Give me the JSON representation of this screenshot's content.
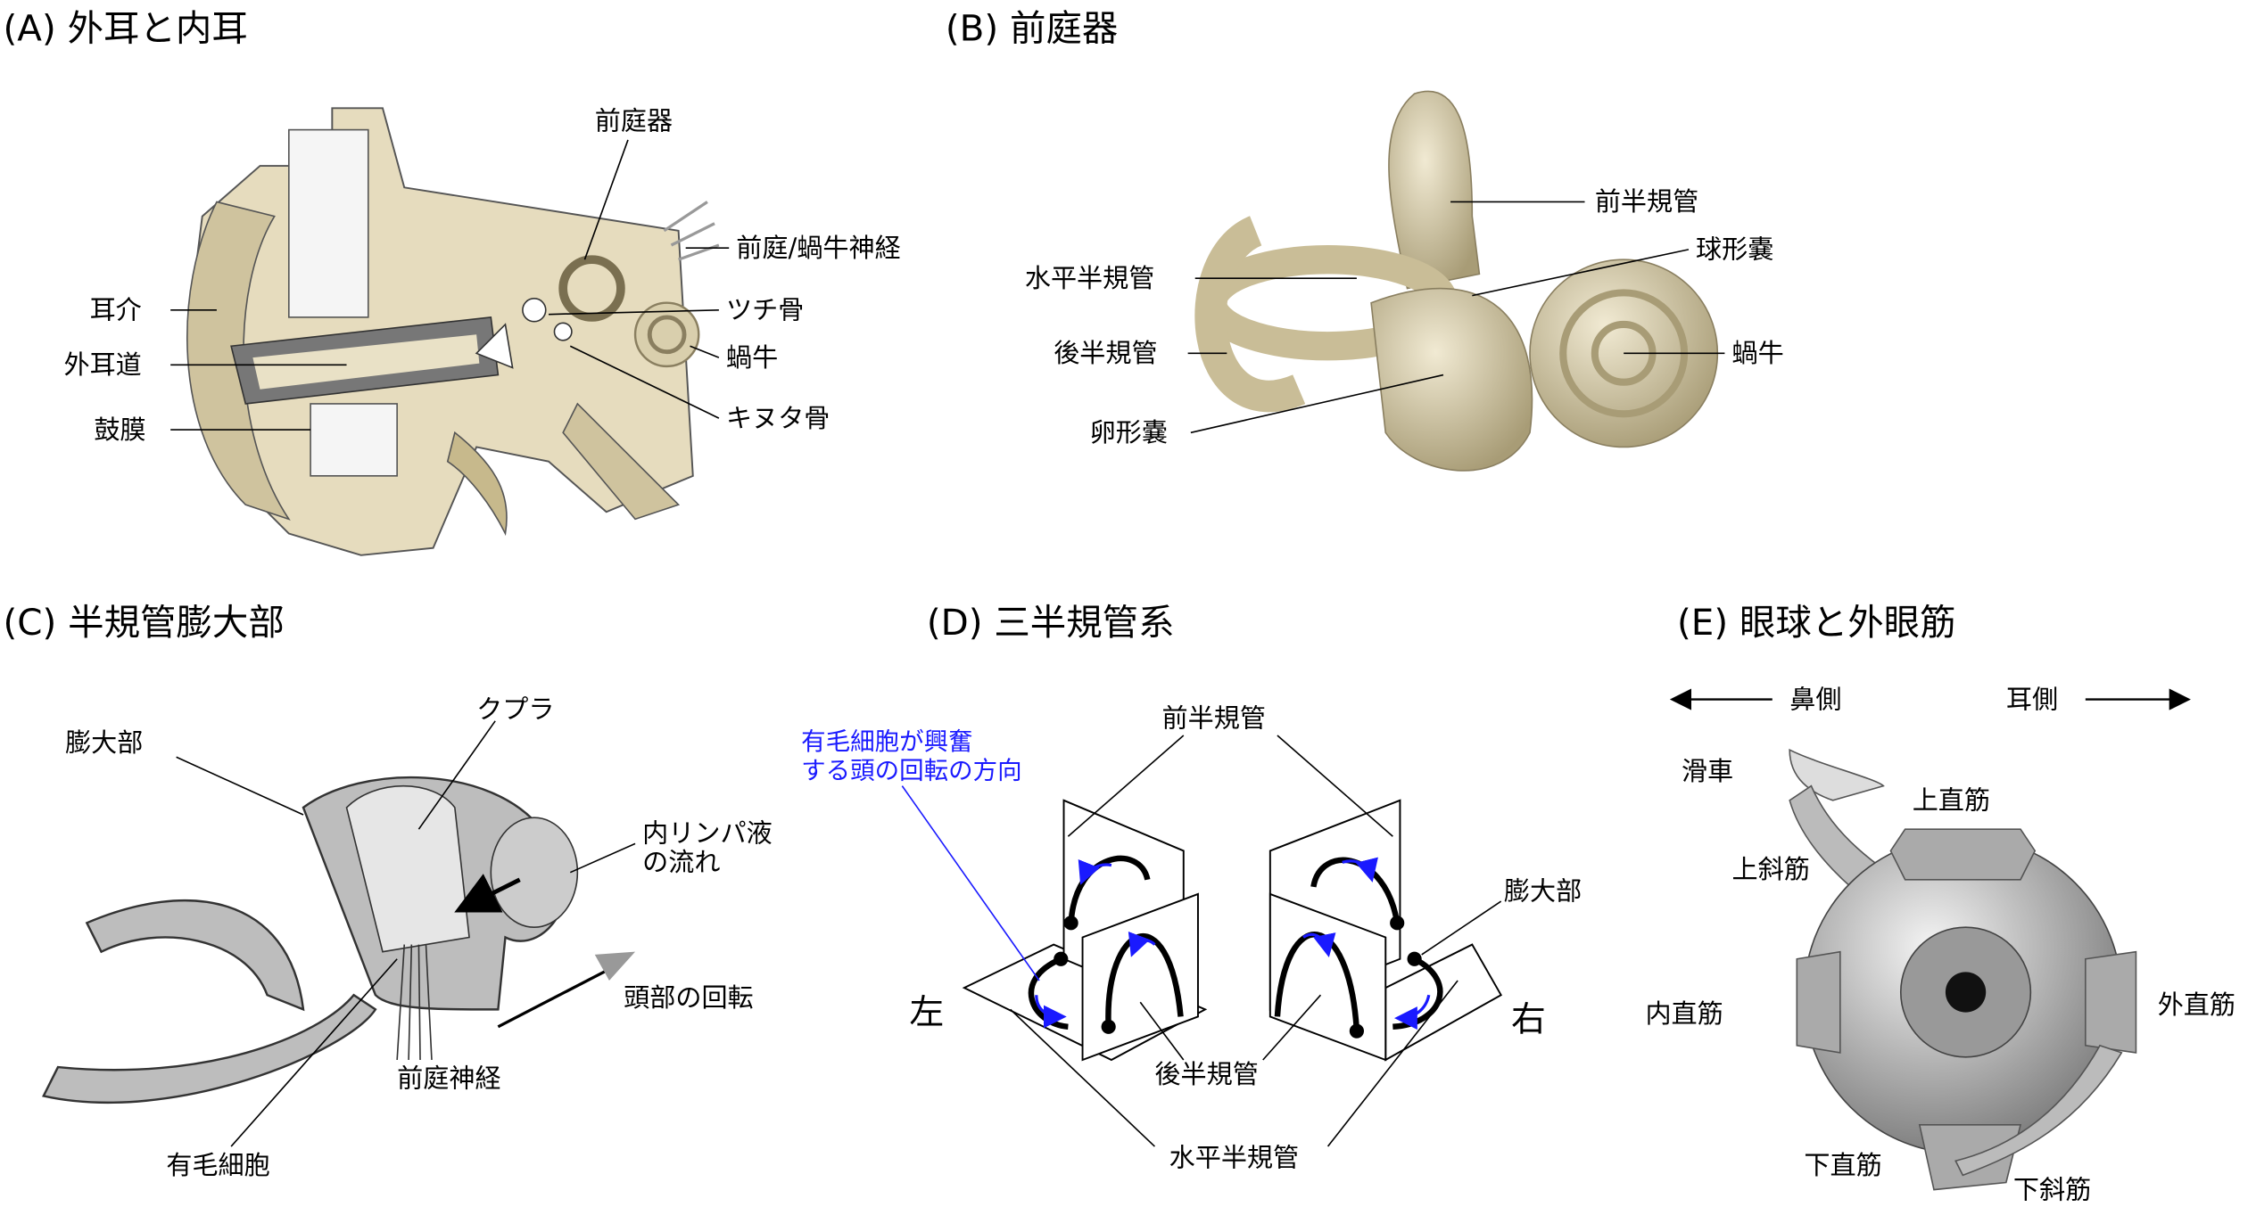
{
  "panels": {
    "a": {
      "title": "(A) 外耳と内耳",
      "labels": {
        "vestibular_organ": "前庭器",
        "vestibulocochlear_nerve": "前庭/蝸牛神経",
        "auricle": "耳介",
        "malleus": "ツチ骨",
        "ear_canal": "外耳道",
        "cochlea": "蝸牛",
        "eardrum": "鼓膜",
        "incus": "キヌタ骨"
      }
    },
    "b": {
      "title": "(B) 前庭器",
      "labels": {
        "anterior_canal": "前半規管",
        "saccule": "球形嚢",
        "horizontal_canal": "水平半規管",
        "posterior_canal": "後半規管",
        "cochlea": "蝸牛",
        "utricle": "卵形嚢"
      }
    },
    "c": {
      "title": "(C) 半規管膨大部",
      "labels": {
        "ampulla": "膨大部",
        "cupula": "クプラ",
        "endolymph_flow_1": "内リンパ液",
        "endolymph_flow_2": "の流れ",
        "head_rotation": "頭部の回転",
        "vestibular_nerve": "前庭神経",
        "hair_cells": "有毛細胞"
      }
    },
    "d": {
      "title": "(D) 三半規管系",
      "labels": {
        "note_1": "有毛細胞が興奮",
        "note_2": "する頭の回転の方向",
        "anterior_canal": "前半規管",
        "ampulla": "膨大部",
        "left": "左",
        "right": "右",
        "posterior_canal": "後半規管",
        "horizontal_canal": "水平半規管"
      },
      "note_color": "#1a1aff"
    },
    "e": {
      "title": "(E) 眼球と外眼筋",
      "labels": {
        "nasal_side": "鼻側",
        "temporal_side": "耳側",
        "trochlea": "滑車",
        "superior_rectus": "上直筋",
        "superior_oblique": "上斜筋",
        "medial_rectus": "内直筋",
        "lateral_rectus": "外直筋",
        "inferior_rectus": "下直筋",
        "inferior_oblique": "下斜筋"
      }
    }
  }
}
